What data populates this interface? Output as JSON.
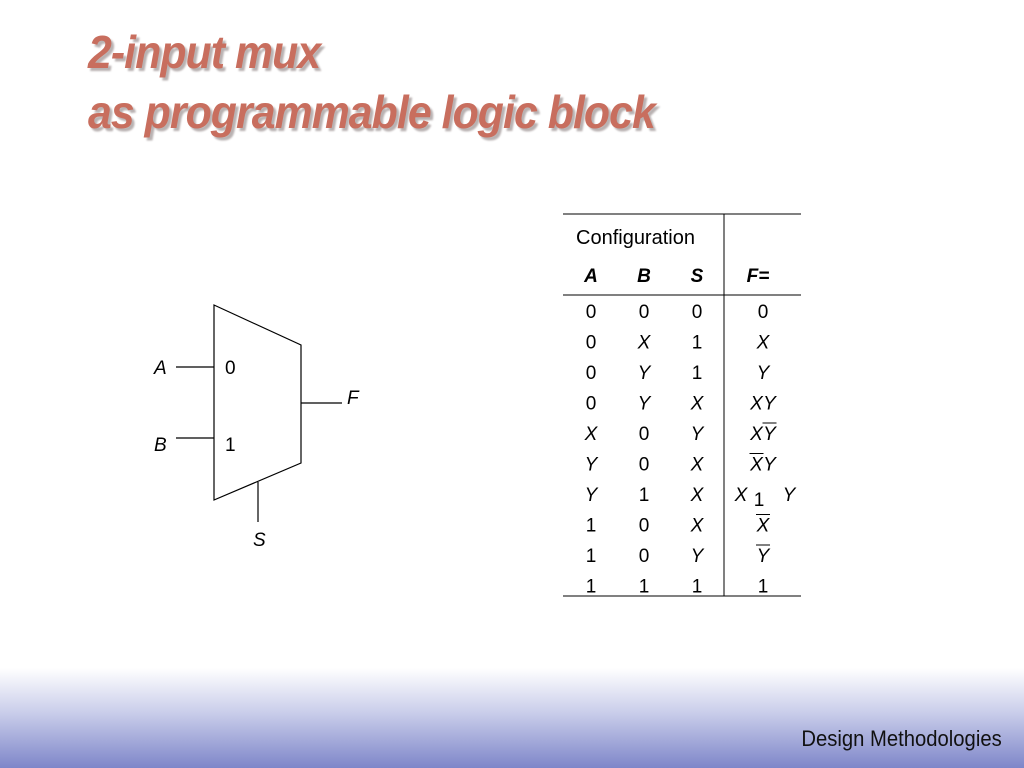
{
  "title": {
    "line1": "2-input mux",
    "line2": "as programmable logic block"
  },
  "mux": {
    "input_a": "A",
    "input_b": "B",
    "sel_0": "0",
    "sel_1": "1",
    "output": "F",
    "select": "S"
  },
  "table": {
    "group_header": "Configuration",
    "col_a": "A",
    "col_b": "B",
    "col_s": "S",
    "col_f": "F=",
    "rows": [
      {
        "a": "0",
        "b": "0",
        "s": "0",
        "f": [
          [
            "0",
            false
          ]
        ]
      },
      {
        "a": "0",
        "b": "X",
        "s": "1",
        "f": [
          [
            "X",
            false
          ]
        ]
      },
      {
        "a": "0",
        "b": "Y",
        "s": "1",
        "f": [
          [
            "Y",
            false
          ]
        ]
      },
      {
        "a": "0",
        "b": "Y",
        "s": "X",
        "f": [
          [
            "X",
            false
          ],
          [
            "Y",
            false
          ]
        ]
      },
      {
        "a": "X",
        "b": "0",
        "s": "Y",
        "f": [
          [
            "X",
            false
          ],
          [
            "Y",
            true
          ]
        ]
      },
      {
        "a": "Y",
        "b": "0",
        "s": "X",
        "f": [
          [
            "X",
            true
          ],
          [
            "Y",
            false
          ]
        ]
      },
      {
        "a": "Y",
        "b": "1",
        "s": "X",
        "f": [
          [
            "X",
            false
          ],
          [
            "1",
            false
          ],
          [
            "Y",
            false
          ]
        ]
      },
      {
        "a": "1",
        "b": "0",
        "s": "X",
        "f": [
          [
            "X",
            true
          ]
        ]
      },
      {
        "a": "1",
        "b": "0",
        "s": "Y",
        "f": [
          [
            "Y",
            true
          ]
        ]
      },
      {
        "a": "1",
        "b": "1",
        "s": "1",
        "f": [
          [
            "1",
            false
          ]
        ]
      }
    ]
  },
  "footer": "Design Methodologies"
}
